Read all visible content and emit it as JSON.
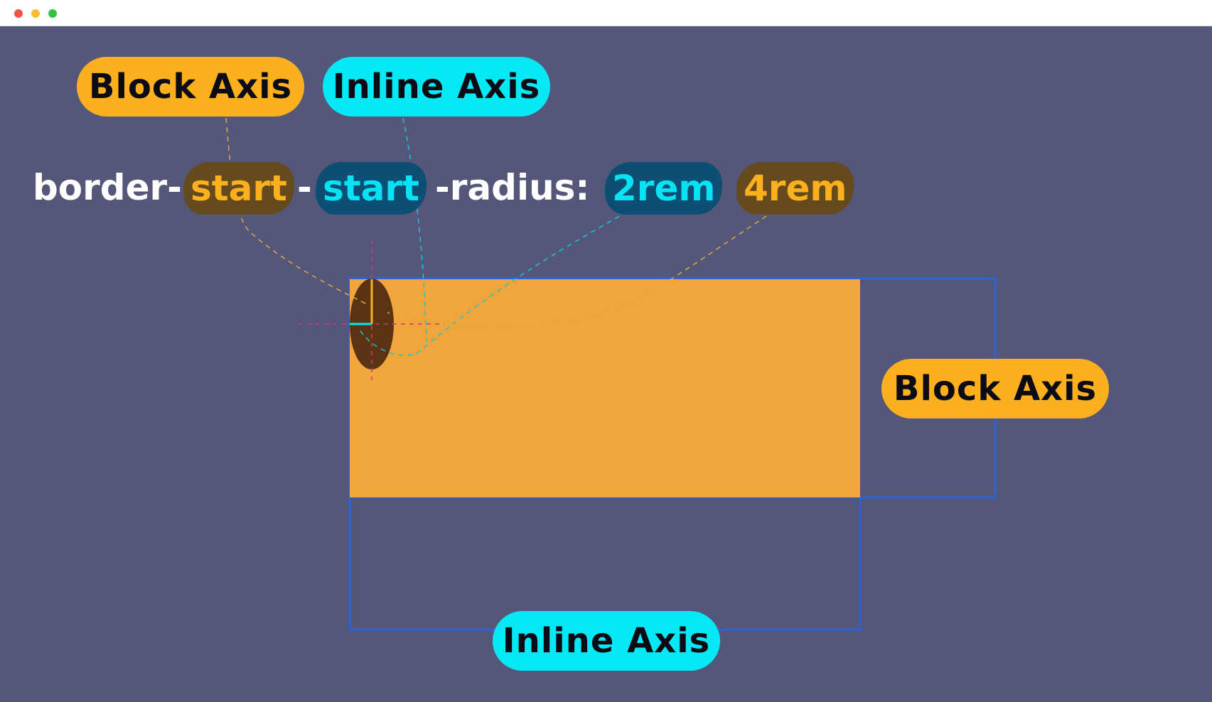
{
  "window": {
    "controls": [
      "close",
      "minimize",
      "zoom"
    ]
  },
  "labels": {
    "top_block_axis": "Block Axis",
    "top_inline_axis": "Inline Axis",
    "right_block_axis": "Block Axis",
    "bottom_inline_axis": "Inline Axis"
  },
  "code": {
    "prefix": "border-",
    "start_block": "start",
    "dash": "-",
    "start_inline": "start",
    "suffix": "-radius:",
    "value_inline": "2rem",
    "value_block": "4rem"
  },
  "colors": {
    "background": "#55577a",
    "block_axis": "#fdb01e",
    "inline_axis": "#07e8f5",
    "box_fill": "#f0a63b",
    "box_outline": "#2c63d6",
    "corner_ellipse": "#5a3412",
    "crosshair": "#d0357a"
  }
}
